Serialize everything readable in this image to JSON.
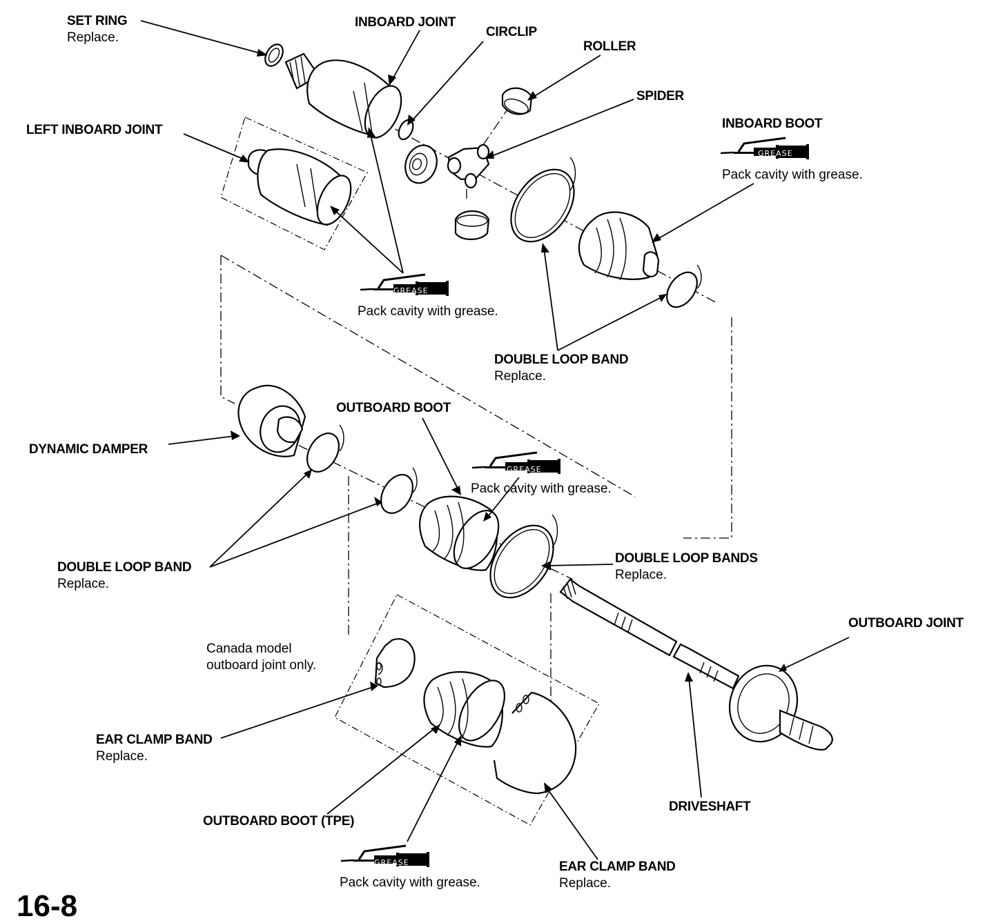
{
  "page_number": "16-8",
  "grease_badge": "GREASE",
  "labels": {
    "set_ring": {
      "name": "SET RING",
      "note": "Replace."
    },
    "inboard_joint": {
      "name": "INBOARD JOINT"
    },
    "circlip": {
      "name": "CIRCLIP"
    },
    "roller": {
      "name": "ROLLER"
    },
    "spider": {
      "name": "SPIDER"
    },
    "inboard_boot": {
      "name": "INBOARD BOOT",
      "note": "Pack cavity with grease."
    },
    "left_inboard_joint": {
      "name": "LEFT INBOARD JOINT"
    },
    "inboard_joint_grease": {
      "note": "Pack cavity with grease."
    },
    "double_loop_band_upper": {
      "name": "DOUBLE LOOP BAND",
      "note": "Replace."
    },
    "outboard_boot": {
      "name": "OUTBOARD BOOT",
      "note": "Pack cavity with grease."
    },
    "dynamic_damper": {
      "name": "DYNAMIC DAMPER"
    },
    "double_loop_band_lower": {
      "name": "DOUBLE LOOP BAND",
      "note": "Replace."
    },
    "double_loop_bands": {
      "name": "DOUBLE LOOP BANDS",
      "note": "Replace."
    },
    "outboard_joint": {
      "name": "OUTBOARD JOINT"
    },
    "canada_note": {
      "line1": "Canada model",
      "line2": "outboard joint only."
    },
    "ear_clamp_band_left": {
      "name": "EAR CLAMP BAND",
      "note": "Replace."
    },
    "driveshaft": {
      "name": "DRIVESHAFT"
    },
    "outboard_boot_tpe": {
      "name": "OUTBOARD BOOT (TPE)",
      "note": "Pack cavity with grease."
    },
    "ear_clamp_band_right": {
      "name": "EAR CLAMP BAND",
      "note": "Replace."
    }
  }
}
